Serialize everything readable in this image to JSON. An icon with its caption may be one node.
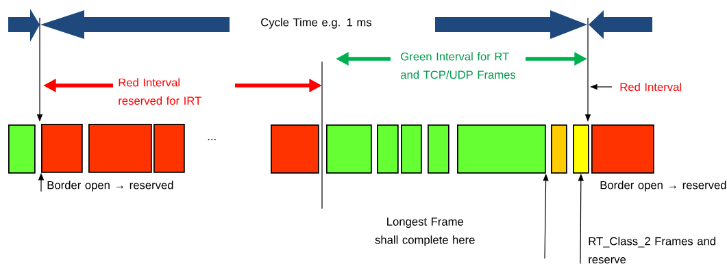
{
  "diagram": {
    "nodes": [
      {
        "text": [],
        "shape": "box"
      },
      {
        "text": [],
        "shape": "box"
      },
      {
        "text": [],
        "shape": "box"
      },
      {
        "text": [],
        "shape": "box"
      },
      {
        "text": [],
        "shape": "box"
      },
      {
        "text": [],
        "shape": "box"
      },
      {
        "text": [],
        "shape": "box"
      },
      {
        "text": [],
        "shape": "box"
      },
      {
        "text": [],
        "shape": "box"
      },
      {
        "text": [],
        "shape": "box"
      },
      {
        "text": [],
        "shape": "box"
      },
      {
        "text": [],
        "shape": "box"
      },
      {
        "text": [],
        "shape": "box"
      },
      {
        "text": [
          "Border open → reserved"
        ]
      },
      {
        "text": [
          "RT_Class_2 Frames and reserve"
        ]
      },
      {
        "text": [
          "Red Interval"
        ]
      }
    ],
    "edges": [
      {
        "from": 13,
        "to": 1,
        "arrow": "to"
      },
      {
        "from": null,
        "to": 9,
        "arrow": "to"
      },
      {
        "from": 14,
        "to": 11,
        "arrow": "to"
      },
      {
        "from": 15,
        "to": null,
        "arrow": "to"
      }
    ],
    "labels": [
      "Cycle Time e.g. 1 ms",
      "Red Interval reserved for IRT",
      "Green Interval for RT and TCP/UDP Frames",
      "...",
      "Border open → reserved",
      "Longest Frame shall complete here"
    ]
  }
}
